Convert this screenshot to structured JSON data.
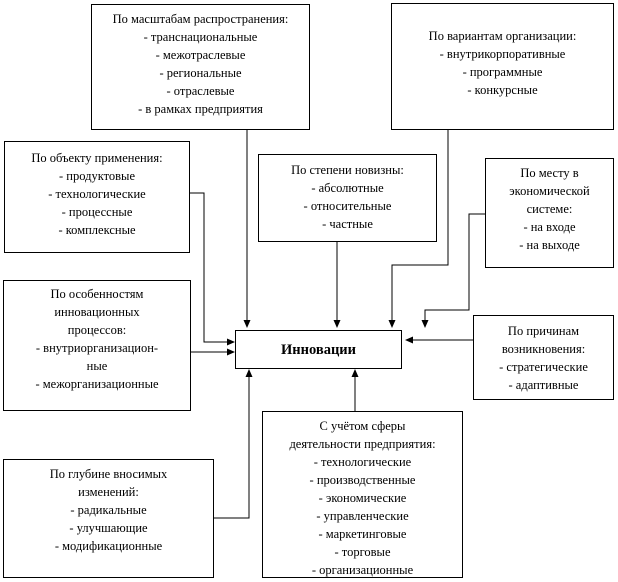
{
  "center": "Инновации",
  "boxes": {
    "scale": {
      "title": "По масштабам распространения:",
      "items": [
        "- транснациональные",
        "- межотраслевые",
        "- региональные",
        "- отраслевые",
        "- в рамках предприятия"
      ]
    },
    "organization": {
      "title": "По вариантам организации:",
      "items": [
        "- внутрикорпоративные",
        "- программные",
        "- конкурсные"
      ]
    },
    "object": {
      "title": "По объекту применения:",
      "items": [
        "- продуктовые",
        "- технологические",
        "- процессные",
        "- комплексные"
      ]
    },
    "novelty": {
      "title": "По степени новизны:",
      "items": [
        "- абсолютные",
        "- относительные",
        "- частные"
      ]
    },
    "place": {
      "title_lines": [
        "По месту в",
        "экономической",
        "системе:"
      ],
      "items": [
        "- на входе",
        "- на выходе"
      ]
    },
    "processes": {
      "title_lines": [
        "По особенностям",
        "инновационных",
        "процессов:"
      ],
      "items": [
        "- внутриорганизацион-",
        "ные",
        "- межорганизационные"
      ]
    },
    "causes": {
      "title_lines": [
        "По причинам",
        "возникновения:"
      ],
      "items": [
        "- стратегические",
        "- адаптивные"
      ]
    },
    "sphere": {
      "title_lines": [
        "С учётом сферы",
        "деятельности предприятия:"
      ],
      "items": [
        "- технологические",
        "- производственные",
        "- экономические",
        "- управленческие",
        "- маркетинговые",
        "- торговые",
        "- организационные"
      ]
    },
    "depth": {
      "title_lines": [
        "По глубине вносимых",
        "изменений:"
      ],
      "items": [
        "- радикальные",
        "- улучшающие",
        "- модификационные"
      ]
    }
  }
}
